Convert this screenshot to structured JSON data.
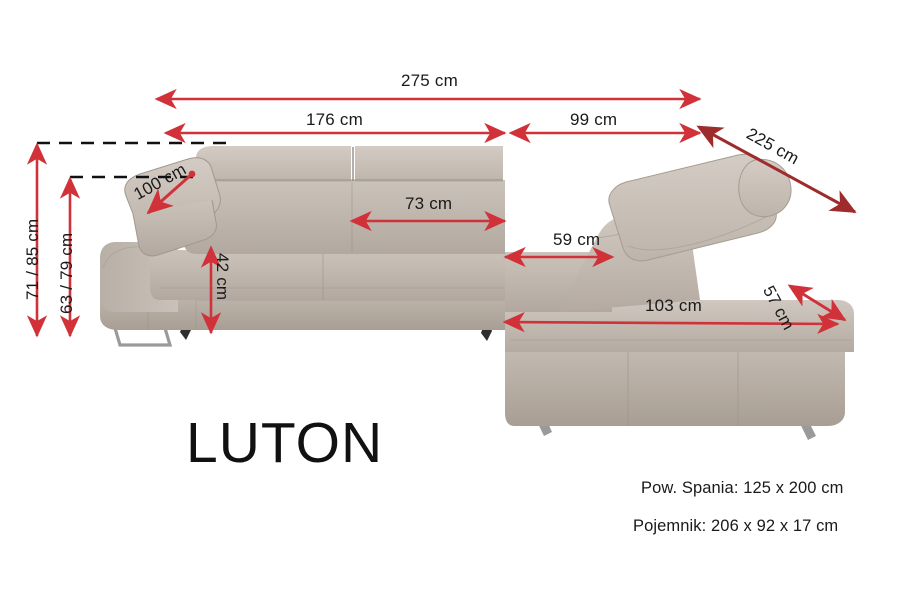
{
  "product": {
    "brand": "LUTON",
    "type": "corner-sofa-dimension-diagram",
    "unit": "cm"
  },
  "brand_title": "LUTON",
  "specs": [
    {
      "name": "sleeping-area",
      "label": "Pow. Spania: 125 x 200 cm",
      "key": "Pow. Spania:",
      "value": "125 x 200 cm"
    },
    {
      "name": "storage-container",
      "label": "Pojemnik: 206 x 92 x 17 cm",
      "key": "Pojemnik:",
      "value": "206 x 92 x 17 cm"
    }
  ],
  "dimensions": {
    "total_width": {
      "label": "275 cm",
      "value": 275,
      "unit": "cm",
      "orientation": "horizontal"
    },
    "left_section_width": {
      "label": "176 cm",
      "value": 176,
      "unit": "cm",
      "orientation": "horizontal"
    },
    "right_section_width": {
      "label": "99 cm",
      "value": 99,
      "unit": "cm",
      "orientation": "horizontal"
    },
    "chaise_depth": {
      "label": "225 cm",
      "value": 225,
      "unit": "cm",
      "orientation": "diagonal"
    },
    "headrest_depth": {
      "label": "100 cm",
      "value": 100,
      "unit": "cm",
      "orientation": "diagonal"
    },
    "seat_width": {
      "label": "73 cm",
      "value": 73,
      "unit": "cm",
      "orientation": "horizontal"
    },
    "corner_seat_width": {
      "label": "59 cm",
      "value": 59,
      "unit": "cm",
      "orientation": "horizontal"
    },
    "seat_height": {
      "label": "42 cm",
      "value": 42,
      "unit": "cm",
      "orientation": "vertical"
    },
    "total_height": {
      "label": "71 / 85 cm",
      "value": "71 / 85",
      "unit": "cm",
      "orientation": "vertical"
    },
    "back_height": {
      "label": "63 / 79 cm",
      "value": "63 / 79",
      "unit": "cm",
      "orientation": "vertical"
    },
    "chaise_length": {
      "label": "103 cm",
      "value": 103,
      "unit": "cm",
      "orientation": "horizontal"
    },
    "chaise_end_depth": {
      "label": "57 cm",
      "value": 57,
      "unit": "cm",
      "orientation": "diagonal"
    }
  },
  "colors": {
    "arrow_red": "#d13239",
    "arrow_dark_red": "#9e2c2c",
    "guide_black": "#111111",
    "fabric_light": "#cdc5bd",
    "fabric_mid": "#bcb3aa",
    "fabric_dark": "#a99f95",
    "fabric_shadow": "#8e857c",
    "leg_metal": "#9a9a9c",
    "text": "#1a1a1a",
    "background": "#ffffff"
  }
}
